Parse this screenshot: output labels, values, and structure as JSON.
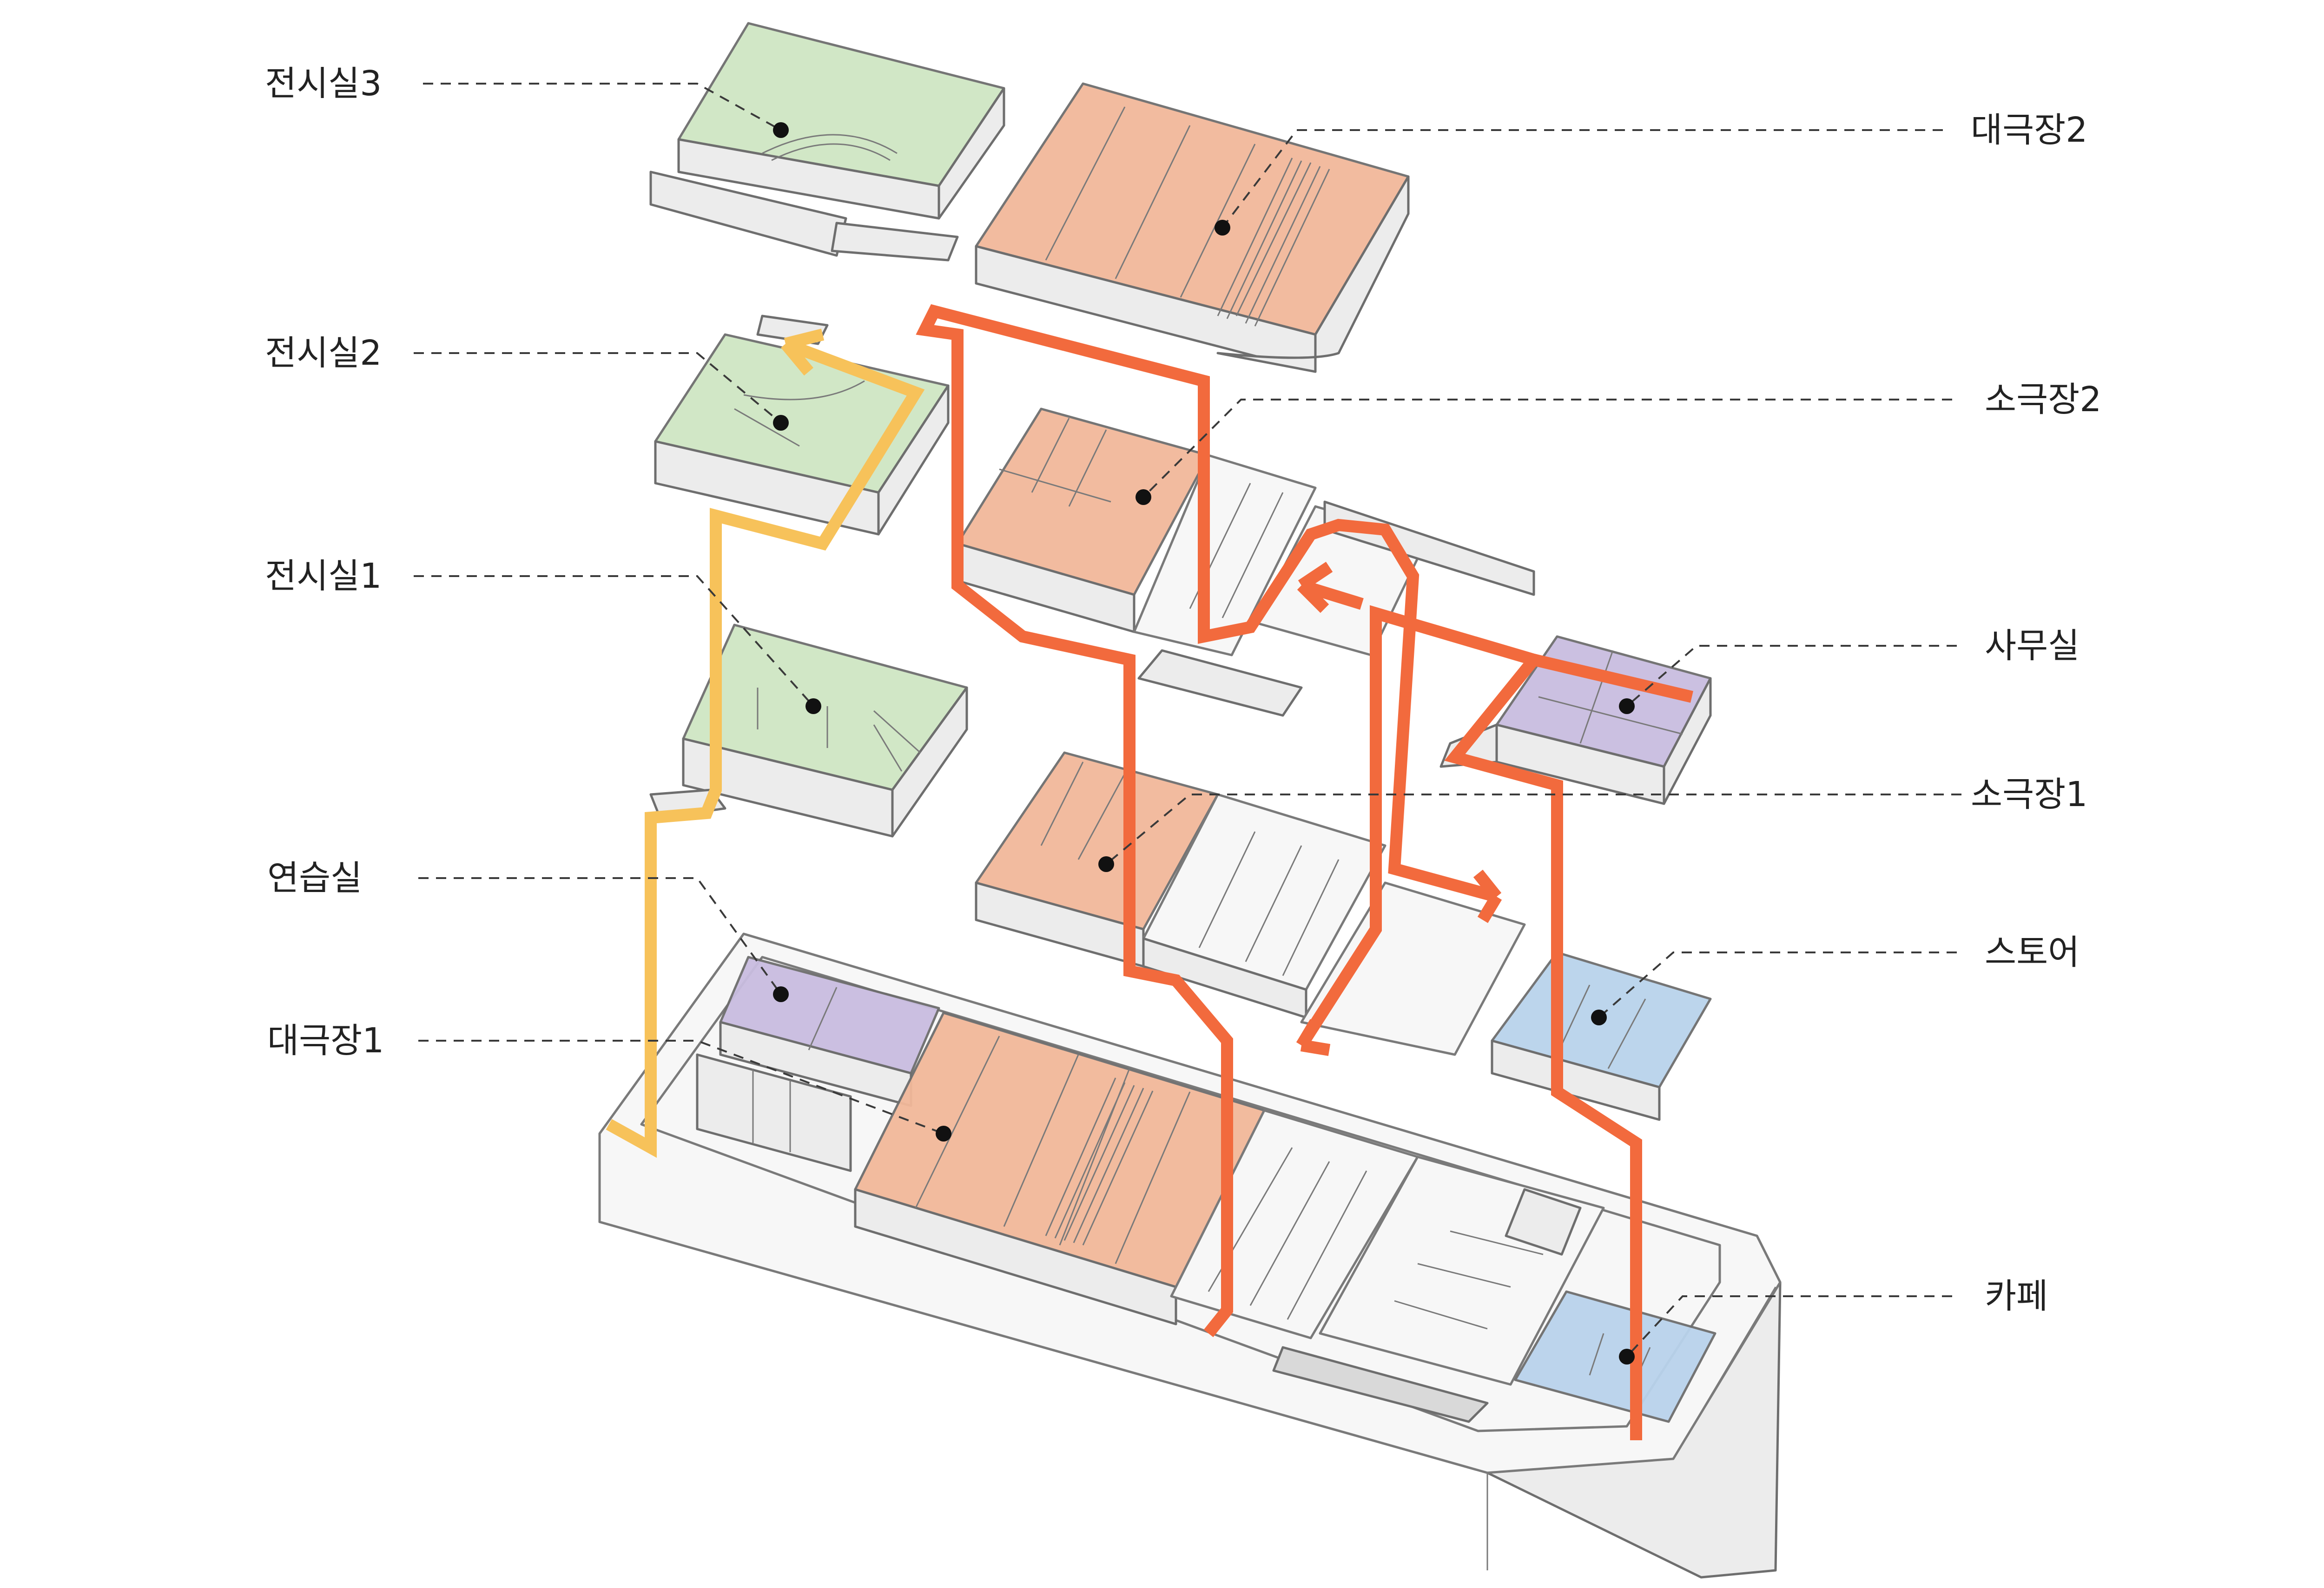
{
  "labels": {
    "gallery3": "전시실3",
    "gallery2": "전시실2",
    "gallery1": "전시실1",
    "practice_room": "연습실",
    "grand_theater1": "대극장1",
    "grand_theater2": "대극장2",
    "small_theater2": "소극장2",
    "office": "사무실",
    "small_theater1": "소극장1",
    "store": "스토어",
    "cafe": "카페"
  },
  "colors": {
    "gallery": "#cfe6c4",
    "theater": "#f2b89a",
    "practice_office": "#c9bde0",
    "retail": "#b9d3ec",
    "circulation_primary": "#f26a3d",
    "circulation_secondary": "#f7c25a"
  }
}
